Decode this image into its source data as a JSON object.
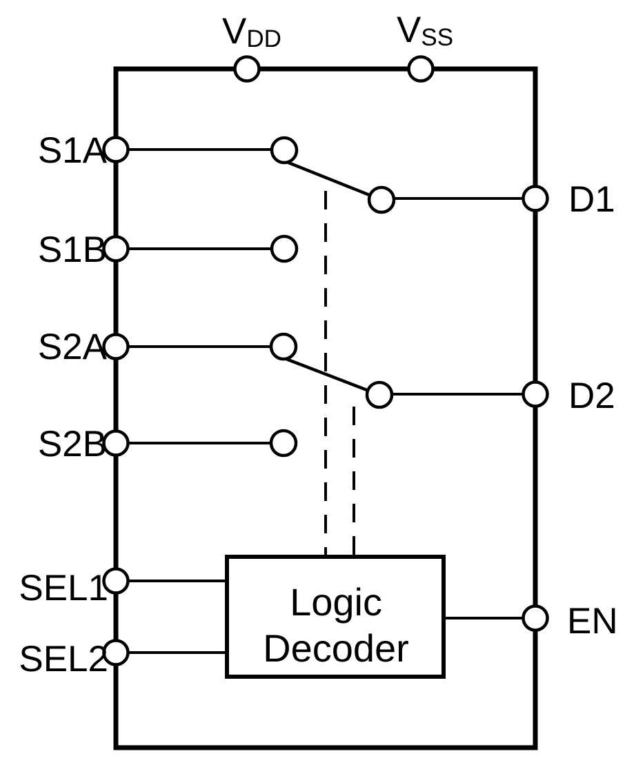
{
  "diagram": {
    "labels": {
      "vdd": {
        "base": "V",
        "sub": "DD"
      },
      "vss": {
        "base": "V",
        "sub": "SS"
      },
      "s1a": "S1A",
      "s1b": "S1B",
      "s2a": "S2A",
      "s2b": "S2B",
      "sel1": "SEL1",
      "sel2": "SEL2",
      "d1": "D1",
      "d2": "D2",
      "en": "EN",
      "decoder_line1": "Logic",
      "decoder_line2": "Decoder"
    },
    "colors": {
      "stroke": "#000000",
      "background": "#ffffff"
    }
  }
}
